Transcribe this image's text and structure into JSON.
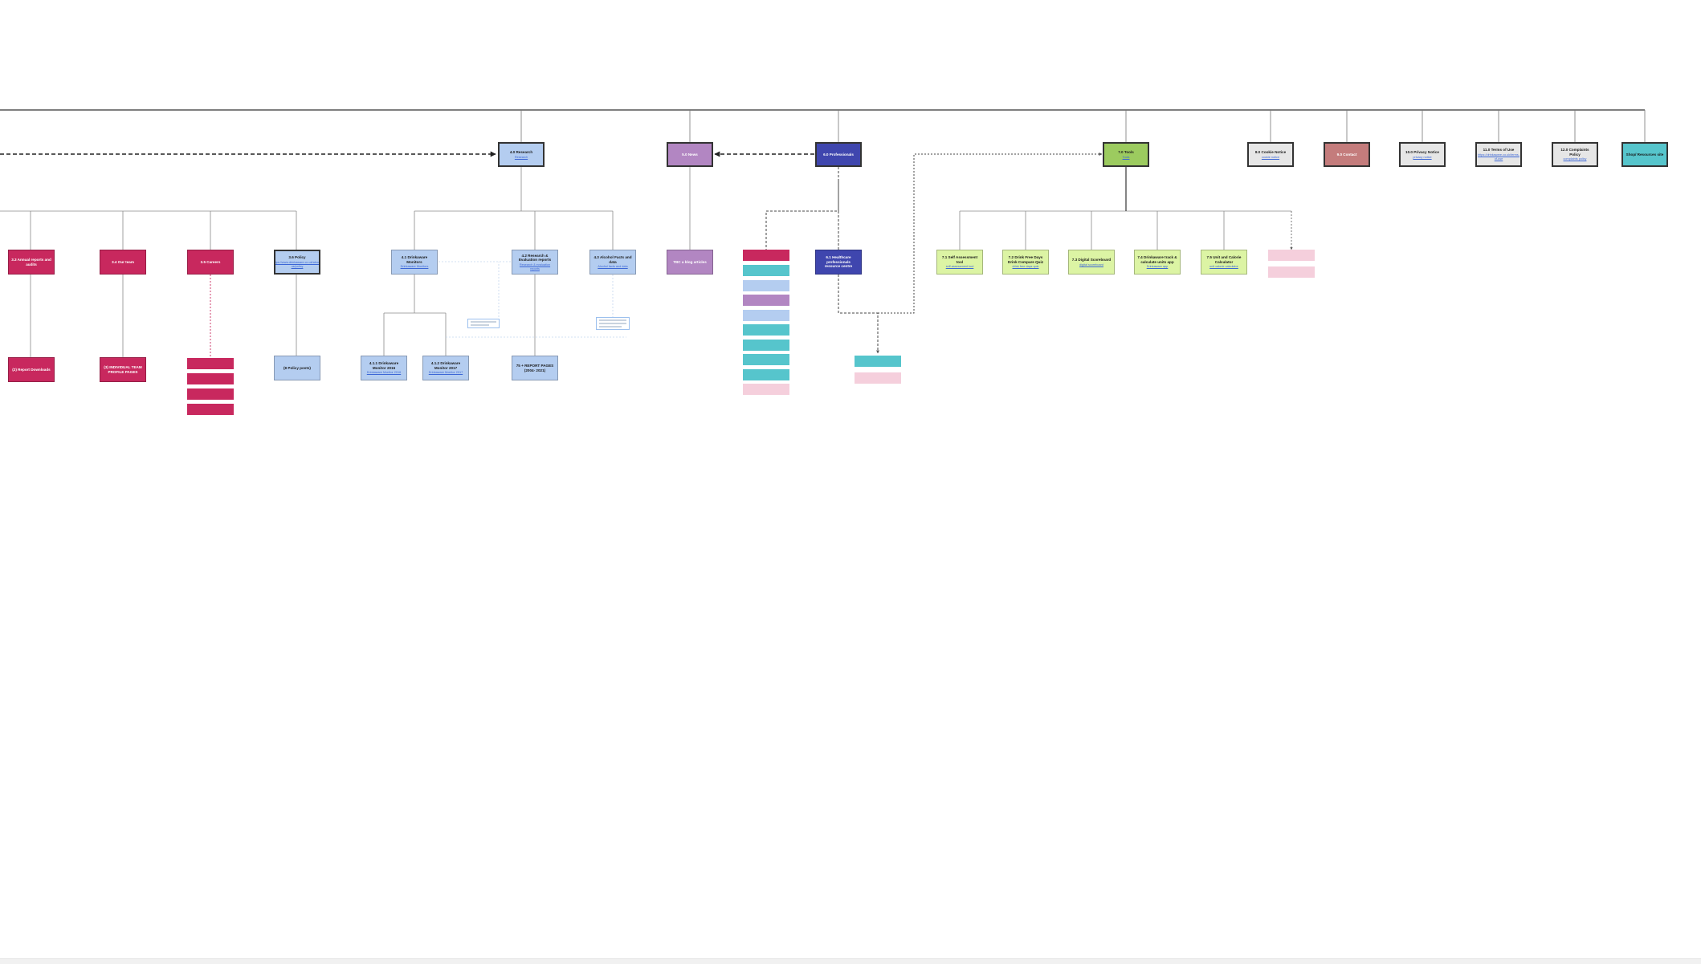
{
  "colors": {
    "magenta": "#c8285e",
    "light_blue": "#b4cdf0",
    "violet": "#b286c2",
    "indigo": "#3f46ae",
    "green": "#9ccb5f",
    "pale_green": "#dcf4a4",
    "grey": "#e6e6e6",
    "dusty_rose": "#c47c7c",
    "teal": "#56c5cc",
    "pink": "#f5cfdc"
  },
  "nodes": {
    "research": {
      "title": "4.0 Research",
      "sub": "Research"
    },
    "news": {
      "title": "5.0 News",
      "sub": ""
    },
    "professionals": {
      "title": "6.0 Professionals",
      "sub": ""
    },
    "tools": {
      "title": "7.0 Tools",
      "sub": "Tools"
    },
    "cookie": {
      "title": "8.0 Cookie Notice",
      "sub": "cookie notice"
    },
    "contact": {
      "title": "9.0 Contact",
      "sub": ""
    },
    "privacy": {
      "title": "10.0 Privacy Notice",
      "sub": "privacy notice"
    },
    "terms": {
      "title": "11.0 Terms of Use",
      "sub": "https://drinkaware.co.uk/terms-of-use"
    },
    "complaints": {
      "title": "12.0 Complaints Policy",
      "sub": "complaints policy"
    },
    "shop": {
      "title": "Shop/ Resources site",
      "sub": ""
    },
    "annual": {
      "title": "3.3 Annual reports and audits",
      "sub": ""
    },
    "our_team": {
      "title": "3.4 Our team",
      "sub": ""
    },
    "careers": {
      "title": "3.5 Careers",
      "sub": ""
    },
    "policy": {
      "title": "3.6 Policy",
      "sub": "https://www.drinkaware.co.uk/about-us/policy"
    },
    "monitors": {
      "title": "4.1 Drinkaware Monitors",
      "sub": "Drinkaware Monitors"
    },
    "eval_reports": {
      "title": "4.2 Research & Evaluation reports",
      "sub": "Research & evaluation reports"
    },
    "facts_data": {
      "title": "4.3 Alcohol Facts and data",
      "sub": "Alcohol facts and data"
    },
    "blog": {
      "title": "TBC a blog articles",
      "sub": ""
    },
    "hcp": {
      "title": "6.1 Healthcare professionals resource centre",
      "sub": ""
    },
    "selfassess": {
      "title": "7.1 Self Assessment tool",
      "sub": "self-assessment tool"
    },
    "drinkfree": {
      "title": "7.2 Drink Free Days Drink Compare Quiz",
      "sub": "drink free days quiz"
    },
    "scoreboard": {
      "title": "7.3 Digital Scoreboard",
      "sub": "digital scoreboard"
    },
    "track_app": {
      "title": "7.4 Drinkaware track & calculate units app",
      "sub": "Drinkaware app"
    },
    "calorie": {
      "title": "7.5 Unit and Calorie Calculator",
      "sub": "unit calorie calculator"
    },
    "report_dl": {
      "title": "(2) Report Downloads",
      "sub": ""
    },
    "individual": {
      "title": "(3) INDIVIDUAL TEAM PROFILE PAGES",
      "sub": ""
    },
    "policy_posts": {
      "title": "(8 Policy posts)",
      "sub": ""
    },
    "monitor_2016": {
      "title": "4.1.1 Drinkaware Monitor 2016",
      "sub": "Drinkaware Monitor 2016"
    },
    "monitor_2017": {
      "title": "4.1.2 Drinkaware Monitor 2017",
      "sub": "Drinkaware Monitor 2017"
    },
    "report_pages": {
      "title": "75 + REPORT PAGES (2004- 2021)",
      "sub": ""
    }
  }
}
